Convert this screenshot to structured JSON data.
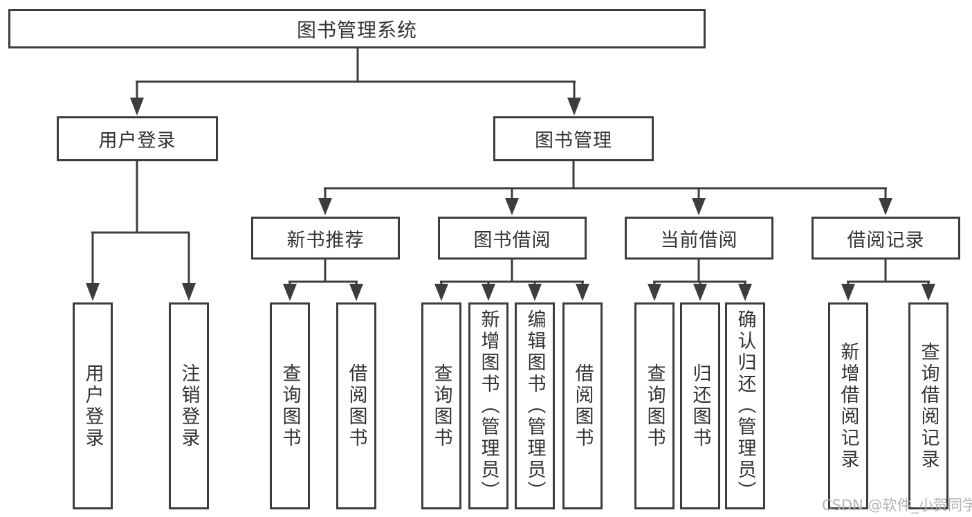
{
  "colors": {
    "line": "#3d3d3d",
    "box_border": "#3d3d3d",
    "text": "#333333",
    "watermark": "#b3b3b3",
    "background": "#ffffff"
  },
  "watermark": {
    "text": "CSDN @软件_小贺同学"
  },
  "nodes": {
    "root": {
      "label": "图书管理系统"
    },
    "level2": [
      {
        "label": "用户登录"
      },
      {
        "label": "图书管理"
      }
    ],
    "level3": [
      {
        "label": "新书推荐"
      },
      {
        "label": "图书借阅"
      },
      {
        "label": "当前借阅"
      },
      {
        "label": "借阅记录"
      }
    ],
    "leaves": [
      {
        "label": "用户登录"
      },
      {
        "label": "注销登录"
      },
      {
        "label": "查询图书"
      },
      {
        "label": "借阅图书"
      },
      {
        "label": "查询图书"
      },
      {
        "label": "新增图书（管理员）"
      },
      {
        "label": "编辑图书（管理员）"
      },
      {
        "label": "借阅图书"
      },
      {
        "label": "查询图书"
      },
      {
        "label": "归还图书"
      },
      {
        "label": "确认归还（管理员）"
      },
      {
        "label": "新增借阅记录"
      },
      {
        "label": "查询借阅记录"
      }
    ]
  }
}
